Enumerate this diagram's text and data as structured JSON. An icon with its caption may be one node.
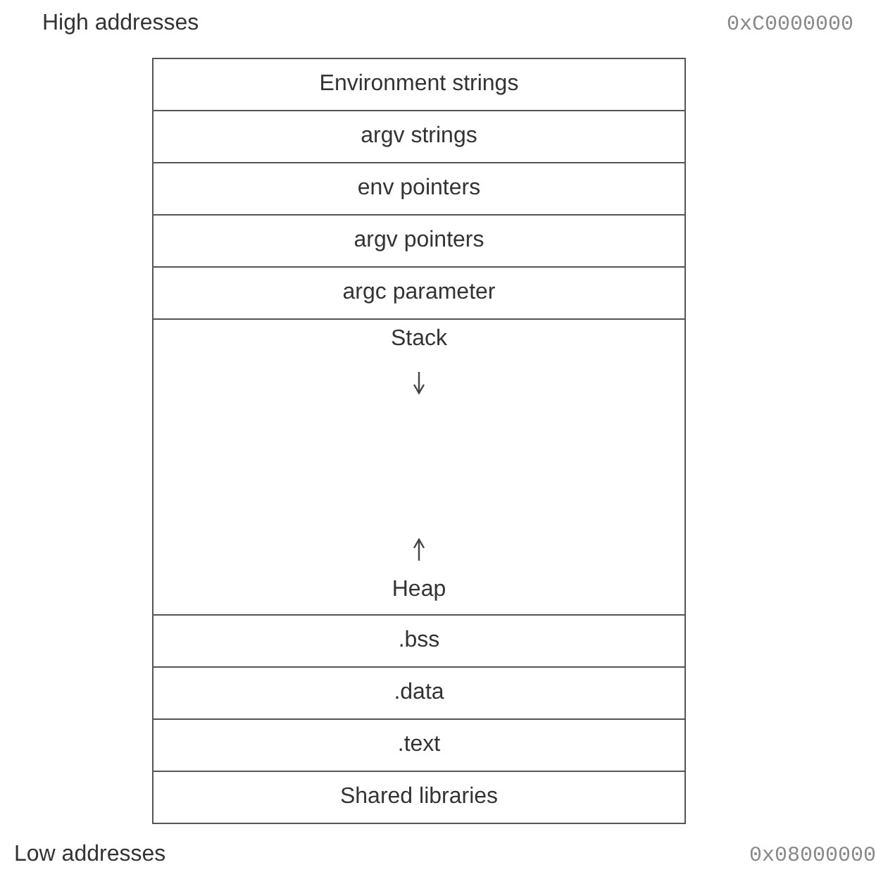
{
  "diagram": {
    "nodes": [
      {
        "text": [
          "Environment strings"
        ]
      },
      {
        "text": [
          "argv strings"
        ]
      },
      {
        "text": [
          "env pointers"
        ]
      },
      {
        "text": [
          "argv pointers"
        ]
      },
      {
        "text": [
          "argc parameter"
        ]
      },
      {
        "text": [
          "Stack",
          "Heap"
        ]
      },
      {
        "text": [
          ".bss"
        ]
      },
      {
        "text": [
          ".data"
        ]
      },
      {
        "text": [
          ".text"
        ]
      },
      {
        "text": [
          "Shared libraries"
        ]
      }
    ],
    "labels": [
      "High addresses",
      "0xC0000000",
      "Low addresses",
      "0x08000000"
    ]
  }
}
